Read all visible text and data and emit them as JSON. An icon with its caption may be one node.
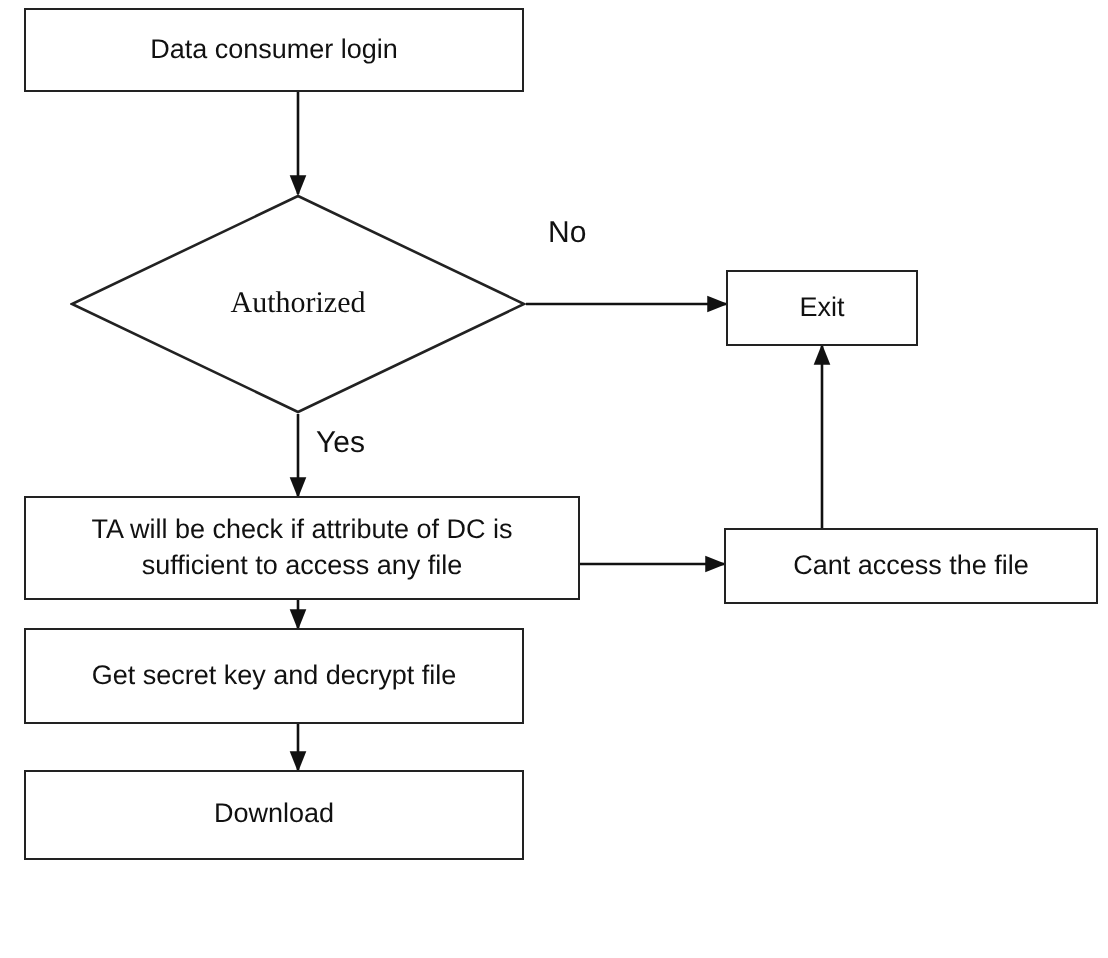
{
  "diagram": {
    "nodes": [
      {
        "text": [
          "Data consumer login"
        ]
      },
      {
        "text": [
          "Authorized"
        ]
      },
      {
        "text": [
          "Exit"
        ]
      },
      {
        "text": [
          "TA will be check if attribute of DC is sufficient to access any file"
        ]
      },
      {
        "text": [
          "Cant access the file"
        ]
      },
      {
        "text": [
          "Get secret key and decrypt file"
        ]
      },
      {
        "text": [
          "Download"
        ]
      }
    ],
    "edges": [
      {
        "from": 0,
        "to": 1,
        "arrow": "to"
      },
      {
        "from": 1,
        "to": 2,
        "arrow": "to",
        "label": "No"
      },
      {
        "from": 1,
        "to": 3,
        "arrow": "to",
        "label": "Yes"
      },
      {
        "from": 3,
        "to": 4,
        "arrow": "to"
      },
      {
        "from": 4,
        "to": 2,
        "arrow": "to"
      },
      {
        "from": 3,
        "to": 5,
        "arrow": "to"
      },
      {
        "from": 5,
        "to": 6,
        "arrow": "to"
      }
    ]
  }
}
